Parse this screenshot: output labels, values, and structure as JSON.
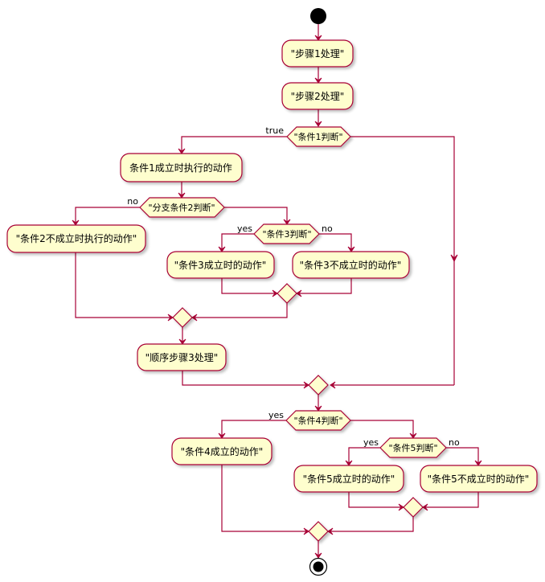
{
  "nodes": {
    "step1": "\"步骤1处理\"",
    "step2": "\"步骤2处理\"",
    "cond1_action": "条件1成立时执行的动作",
    "cond2_false_action": "\"条件2不成立时执行的动作\"",
    "cond3_true_action": "\"条件3成立时的动作\"",
    "cond3_false_action": "\"条件3不成立时的动作\"",
    "seq_step3": "\"顺序步骤3处理\"",
    "cond4_true_action": "\"条件4成立的动作\"",
    "cond5_true_action": "\"条件5成立时的动作\"",
    "cond5_false_action": "\"条件5不成立时的动作\""
  },
  "decisions": {
    "cond1": "\"条件1判断\"",
    "cond2": "\"分支条件2判断\"",
    "cond3": "\"条件3判断\"",
    "cond4": "\"条件4判断\"",
    "cond5": "\"条件5判断\""
  },
  "branch_labels": {
    "cond1_true": "true",
    "cond2_no": "no",
    "cond3_yes": "yes",
    "cond3_no": "no",
    "cond4_yes": "yes",
    "cond5_yes": "yes",
    "cond5_no": "no"
  },
  "colors": {
    "node_fill": "#FEFECE",
    "border": "#A80036",
    "start_end": "#000000"
  }
}
